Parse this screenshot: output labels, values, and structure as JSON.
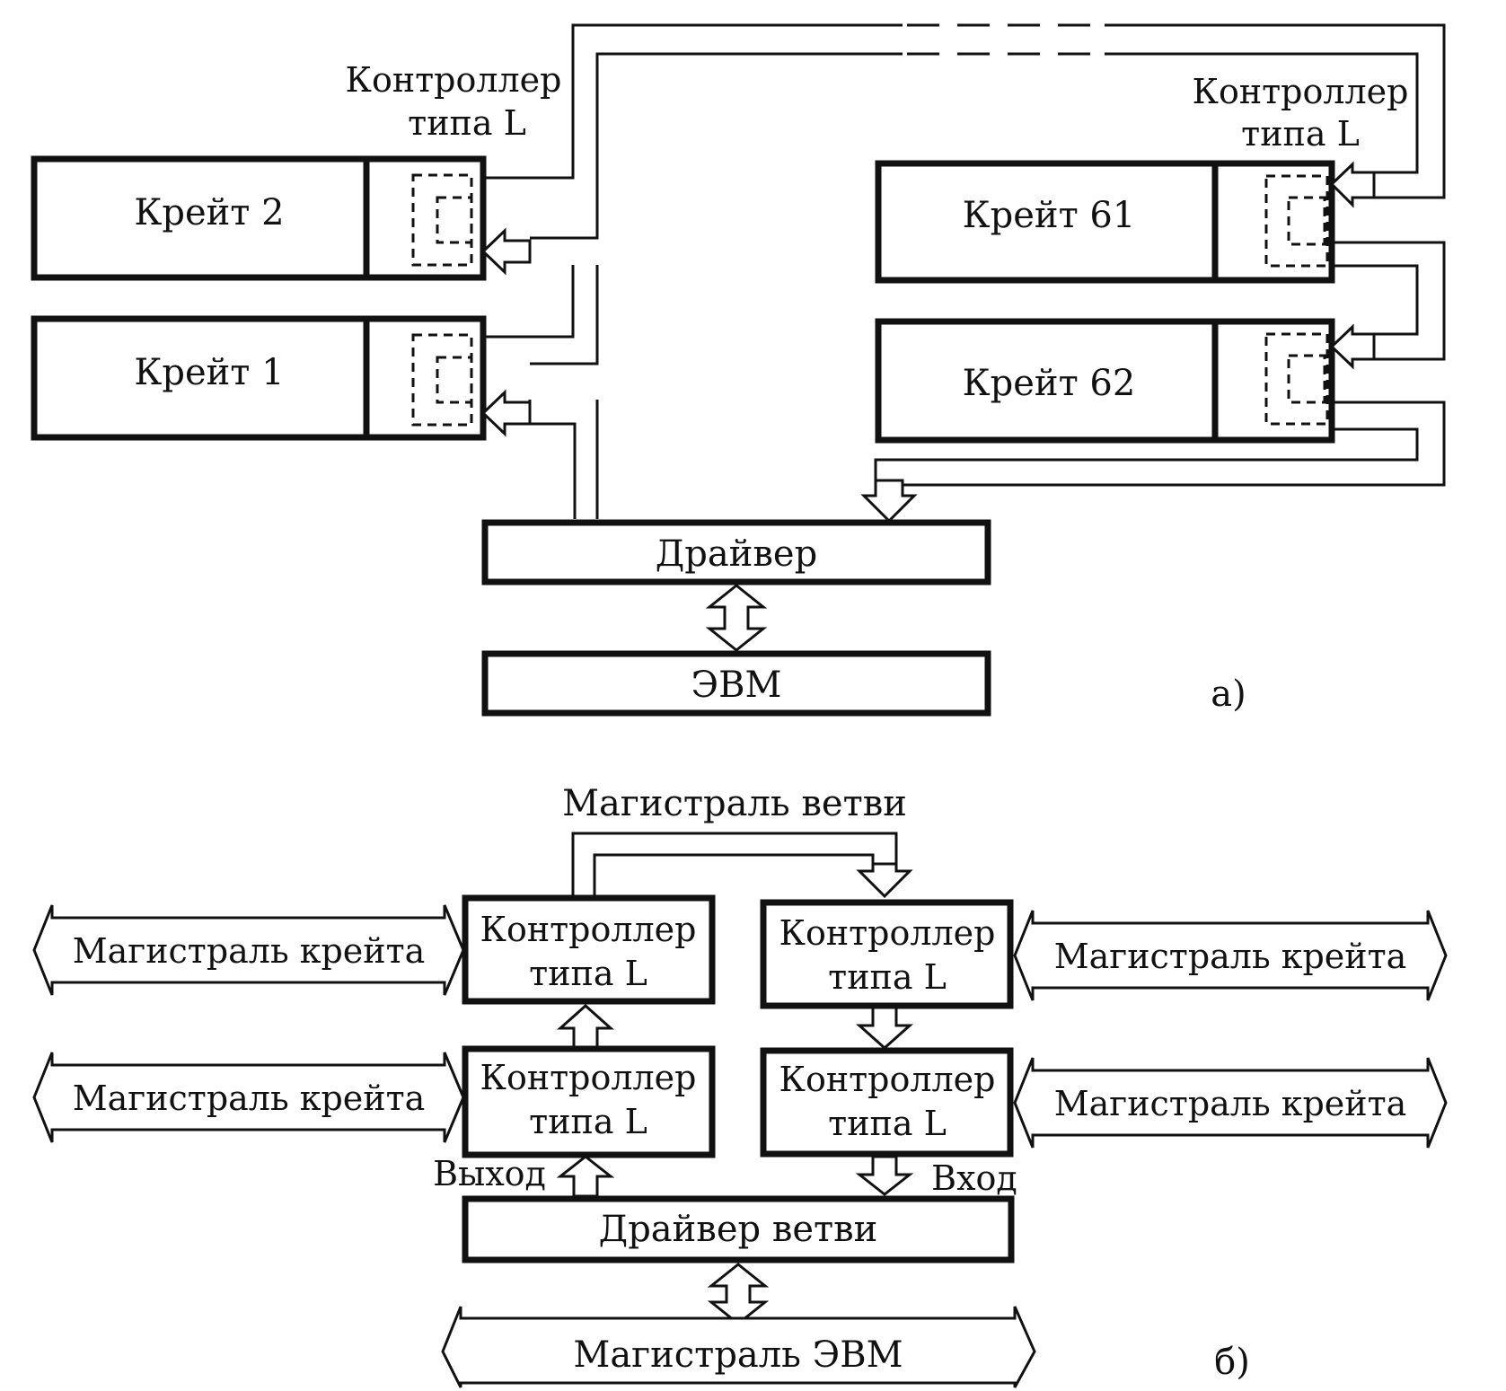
{
  "part_a": {
    "controller_label_left": [
      "Контроллер",
      "типа L"
    ],
    "controller_label_right": [
      "Контроллер",
      "типа L"
    ],
    "crate_2": "Крейт 2",
    "crate_1": "Крейт 1",
    "crate_61": "Крейт 61",
    "crate_62": "Крейт 62",
    "driver": "Драйвер",
    "computer": "ЭВМ",
    "label": "а)"
  },
  "part_b": {
    "branch_bus": "Магистраль ветви",
    "crate_bus": "Магистраль крейта",
    "controller": [
      "Контроллер",
      "типа L"
    ],
    "output": "Выход",
    "input": "Вход",
    "branch_driver": "Драйвер ветви",
    "computer_bus": "Магистраль ЭВМ",
    "label": "б)"
  }
}
